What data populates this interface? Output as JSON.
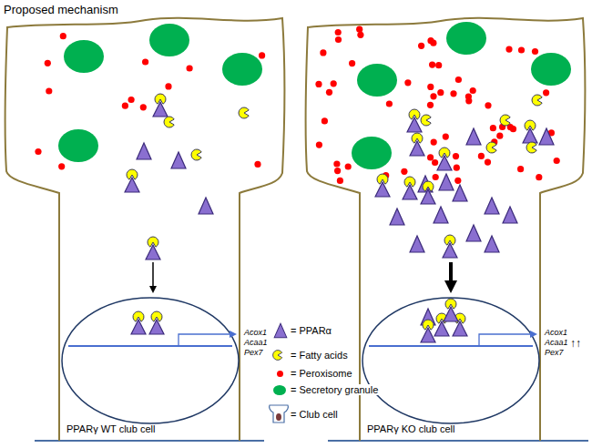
{
  "diagram": {
    "title": "Proposed mechanism",
    "nodes": [
      {
        "text": [
          "PPARγ WT club cell"
        ]
      },
      {
        "text": [
          "PPARγ KO club cell"
        ]
      }
    ],
    "labels": [
      "Acox1 Acaa1 Pex7",
      "Acox1 Acaa1 Pex7",
      "↑↑"
    ],
    "legend": [
      {
        "text": "= PPARα"
      },
      {
        "text": "= Fatty acids"
      },
      {
        "text": "= Peroxisome",
        "color": "#ff0000"
      },
      {
        "text": "= Secretory granule",
        "color": "#00b050"
      },
      {
        "text": "= Club cell"
      }
    ]
  }
}
